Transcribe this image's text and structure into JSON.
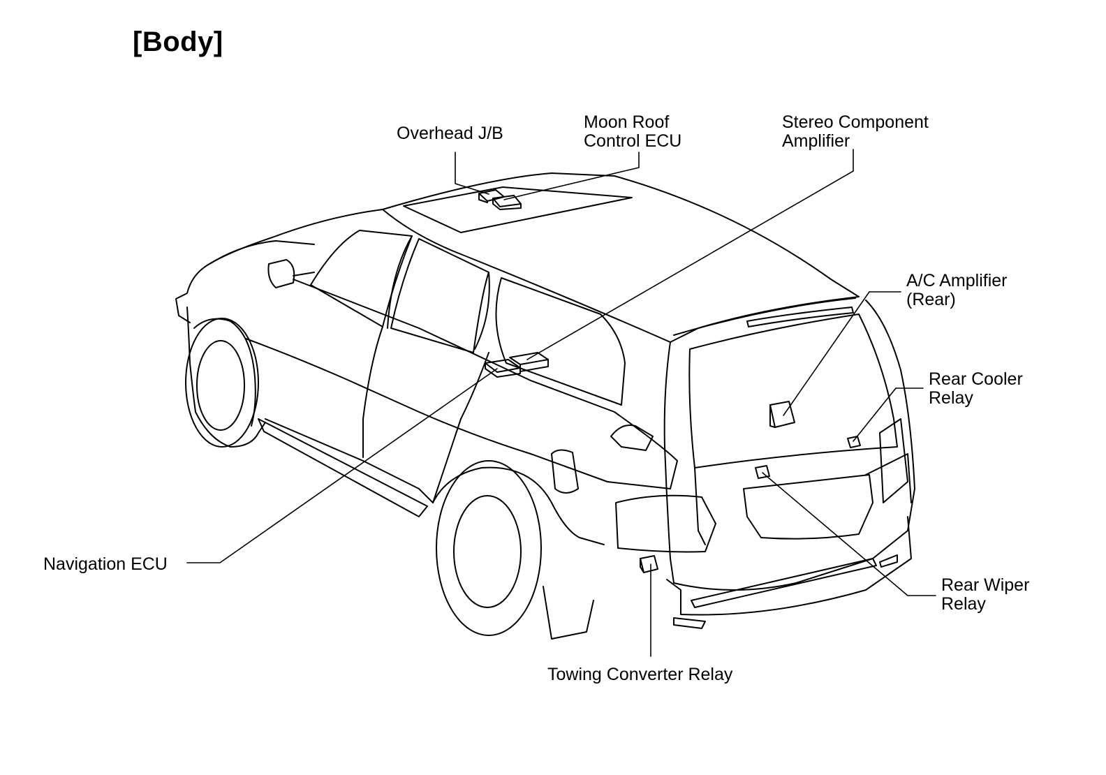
{
  "section_title": "[Body]",
  "labels": {
    "overhead_jb": [
      "Overhead J/B"
    ],
    "moon_roof": [
      "Moon Roof",
      "Control ECU"
    ],
    "stereo_amp": [
      "Stereo Component",
      "Amplifier"
    ],
    "ac_amp": [
      "A/C Amplifier",
      "(Rear)"
    ],
    "rear_cooler": [
      "Rear Cooler",
      "Relay"
    ],
    "rear_wiper": [
      "Rear Wiper",
      "Relay"
    ],
    "towing": [
      "Towing Converter Relay"
    ],
    "navigation": [
      "Navigation ECU"
    ]
  }
}
